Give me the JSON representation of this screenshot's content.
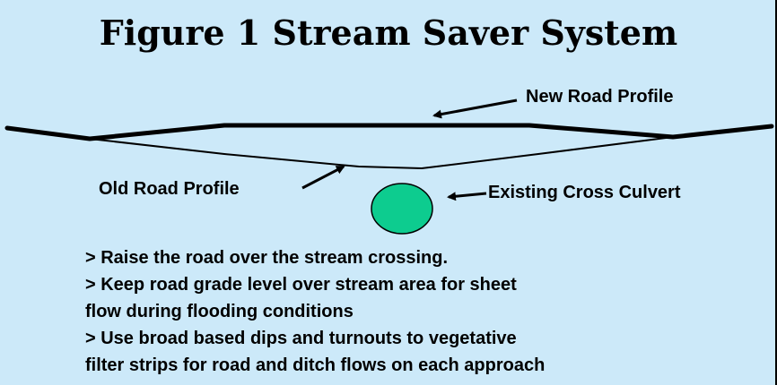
{
  "figure": {
    "title": "Figure 1 Stream Saver System"
  },
  "labels": {
    "new_road": "New Road Profile",
    "old_road": "Old Road Profile",
    "culvert": "Existing Cross Culvert"
  },
  "notes": {
    "lines": [
      "> Raise the road over the stream crossing.",
      "> Keep road grade level over stream area for sheet",
      "flow during flooding conditions",
      "> Use broad based dips and turnouts to vegetative",
      "filter strips for road and ditch flows on each approach"
    ]
  },
  "colors": {
    "background": "#cce9f9",
    "culvert_fill": "#0dcc8f",
    "line": "#000000"
  }
}
